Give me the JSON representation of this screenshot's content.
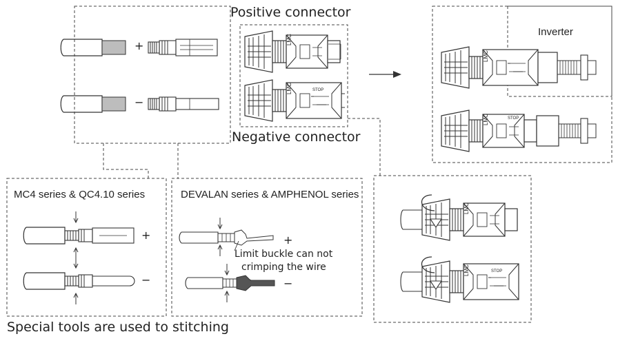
{
  "labels": {
    "positive_connector": "Positive connector",
    "negative_connector": "Negative connector",
    "inverter": "Inverter",
    "mc4_series": "MC4 series & QC4.10 series",
    "devalan_series": "DEVALAN series & AMPHENOL series",
    "limit_buckle_line1": "Limit buckle can not",
    "limit_buckle_line2": "crimping the wire",
    "special_tools": "Special tools are used to stitching"
  },
  "signs": {
    "plus": "+",
    "minus": "−",
    "minus_long": "—"
  },
  "connector_marks": {
    "brand": "LMC",
    "stop": "STOP"
  },
  "colors": {
    "line": "#333333",
    "dash": "#444444",
    "pin_fill": "#bdbdbd"
  }
}
